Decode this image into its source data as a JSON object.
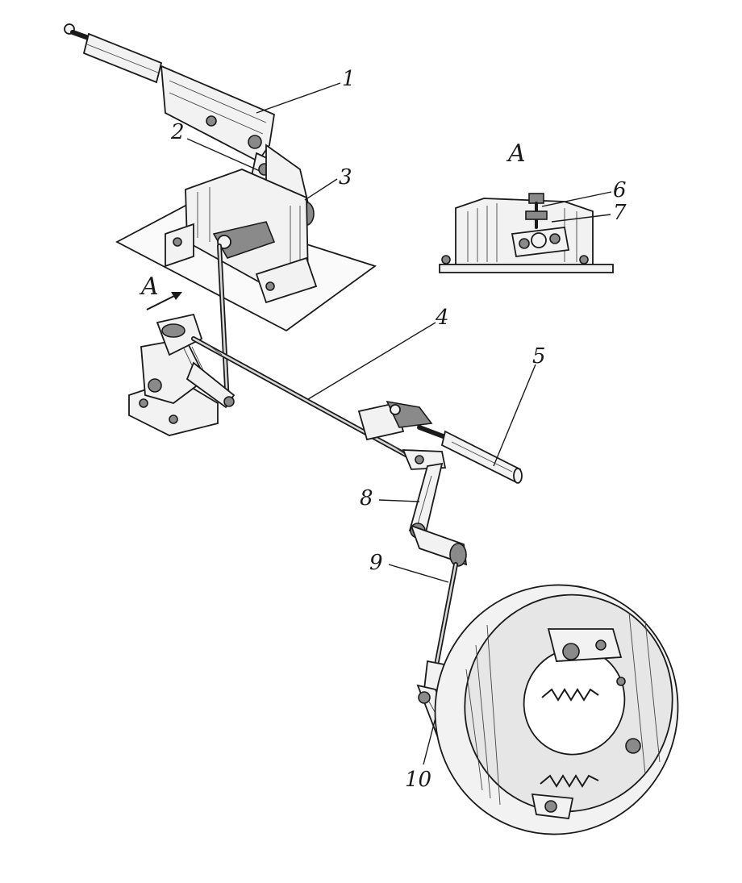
{
  "diagram": {
    "callouts": [
      {
        "id": "1",
        "label": "1"
      },
      {
        "id": "2",
        "label": "2"
      },
      {
        "id": "3",
        "label": "3"
      },
      {
        "id": "4",
        "label": "4"
      },
      {
        "id": "5",
        "label": "5"
      },
      {
        "id": "6",
        "label": "6"
      },
      {
        "id": "7",
        "label": "7"
      },
      {
        "id": "8",
        "label": "8"
      },
      {
        "id": "9",
        "label": "9"
      },
      {
        "id": "10",
        "label": "10"
      }
    ],
    "view_marker": "A",
    "inset_title": "A"
  }
}
